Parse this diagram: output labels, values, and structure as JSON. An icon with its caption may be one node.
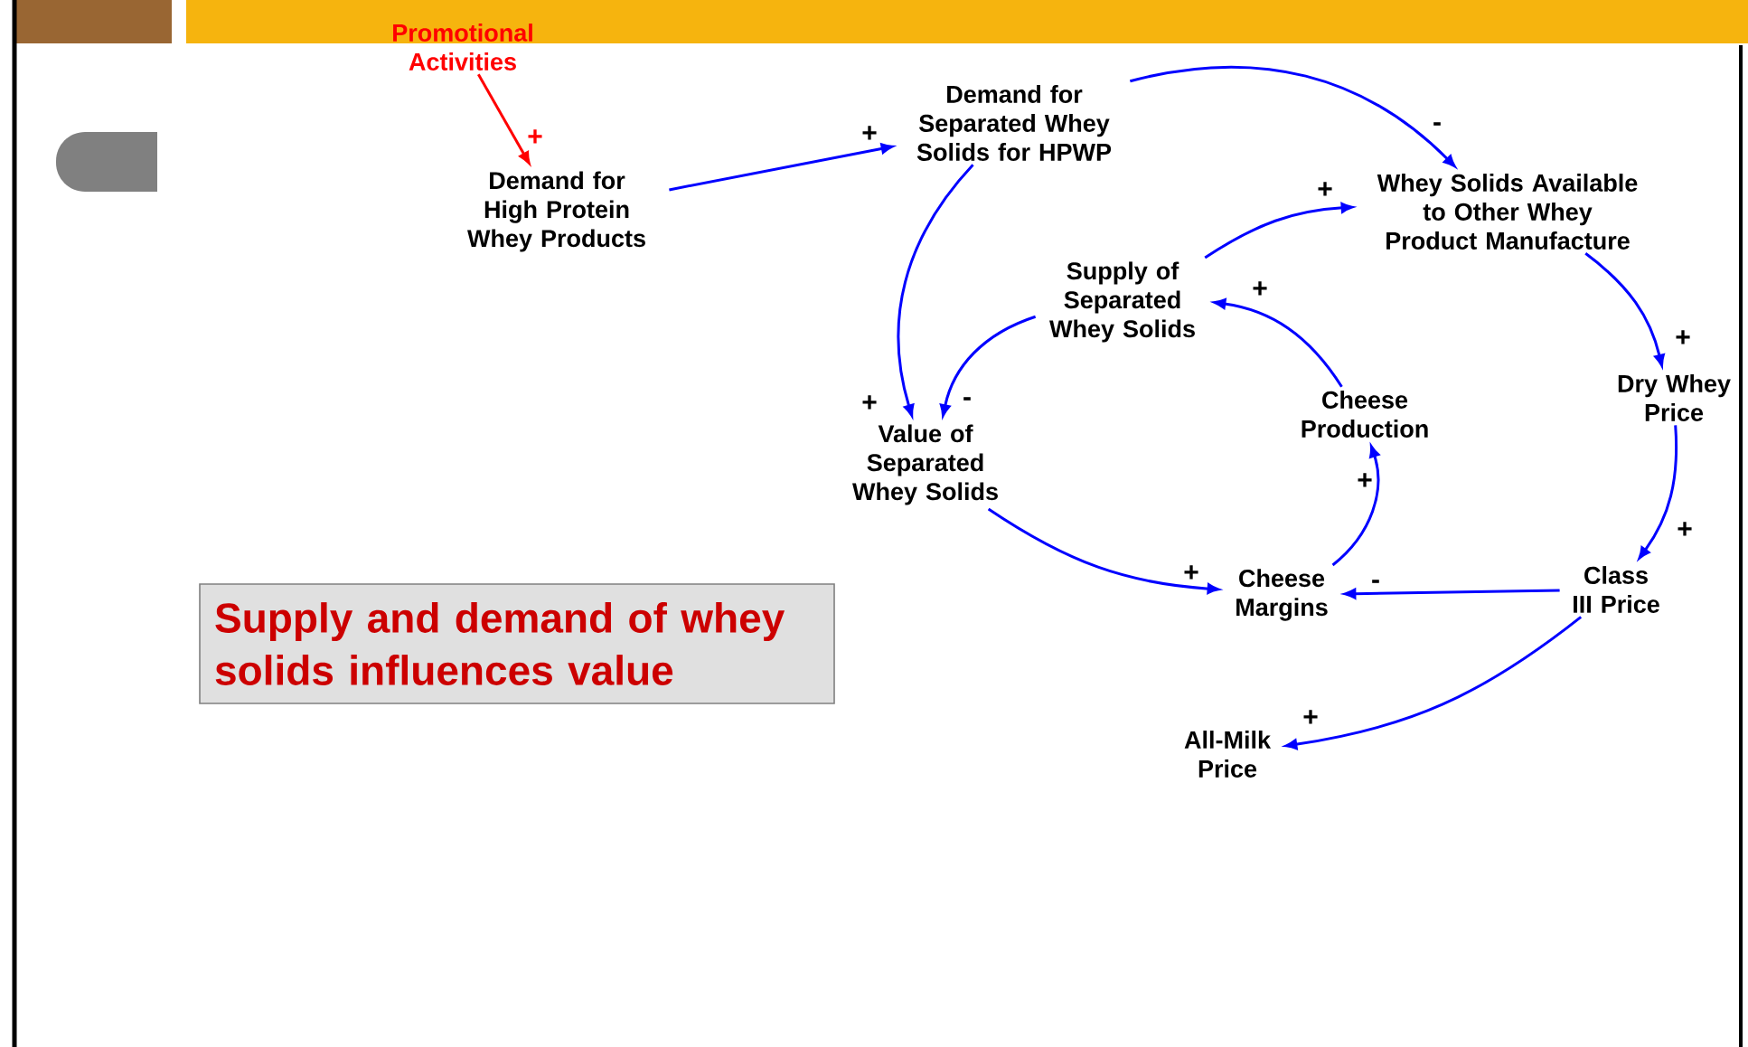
{
  "diagram": {
    "nodes": [
      {
        "text": [
          "Promotional Activities"
        ]
      },
      {
        "text": [
          "Demand for High Protein Whey Products"
        ]
      },
      {
        "text": [
          "Demand for Separated Whey Solids for HPWP"
        ]
      },
      {
        "text": [
          "Whey Solids Available to Other Whey Product Manufacture"
        ]
      },
      {
        "text": [
          "Supply of Separated Whey Solids"
        ]
      },
      {
        "text": [
          "Value of Separated Whey Solids"
        ]
      },
      {
        "text": [
          "Cheese Production"
        ]
      },
      {
        "text": [
          "Dry Whey Price"
        ]
      },
      {
        "text": [
          "Cheese Margins"
        ]
      },
      {
        "text": [
          "Class III Price"
        ]
      },
      {
        "text": [
          "All-Milk Price"
        ]
      },
      {
        "text": [
          "Supply and demand of whey solids influences value"
        ]
      }
    ],
    "edges": [
      {
        "from": 0,
        "to": 1,
        "arrow": "to",
        "label": "+",
        "color": "#ff0000"
      },
      {
        "from": 1,
        "to": 2,
        "arrow": "to",
        "label": "+"
      },
      {
        "from": 2,
        "to": 3,
        "arrow": "to",
        "label": "-"
      },
      {
        "from": 2,
        "to": 5,
        "arrow": "to",
        "label": "+"
      },
      {
        "from": 4,
        "to": 3,
        "arrow": "to",
        "label": "+"
      },
      {
        "from": 4,
        "to": 5,
        "arrow": "to",
        "label": "-"
      },
      {
        "from": 6,
        "to": 4,
        "arrow": "to",
        "label": "+"
      },
      {
        "from": 3,
        "to": 7,
        "arrow": "to",
        "label": "+"
      },
      {
        "from": 7,
        "to": 9,
        "arrow": "to",
        "label": "+"
      },
      {
        "from": 9,
        "to": 8,
        "arrow": "to",
        "label": "-"
      },
      {
        "from": 5,
        "to": 8,
        "arrow": "to",
        "label": "+"
      },
      {
        "from": 8,
        "to": 6,
        "arrow": "to",
        "label": "+"
      },
      {
        "from": 9,
        "to": 10,
        "arrow": "to",
        "label": "+"
      }
    ]
  }
}
